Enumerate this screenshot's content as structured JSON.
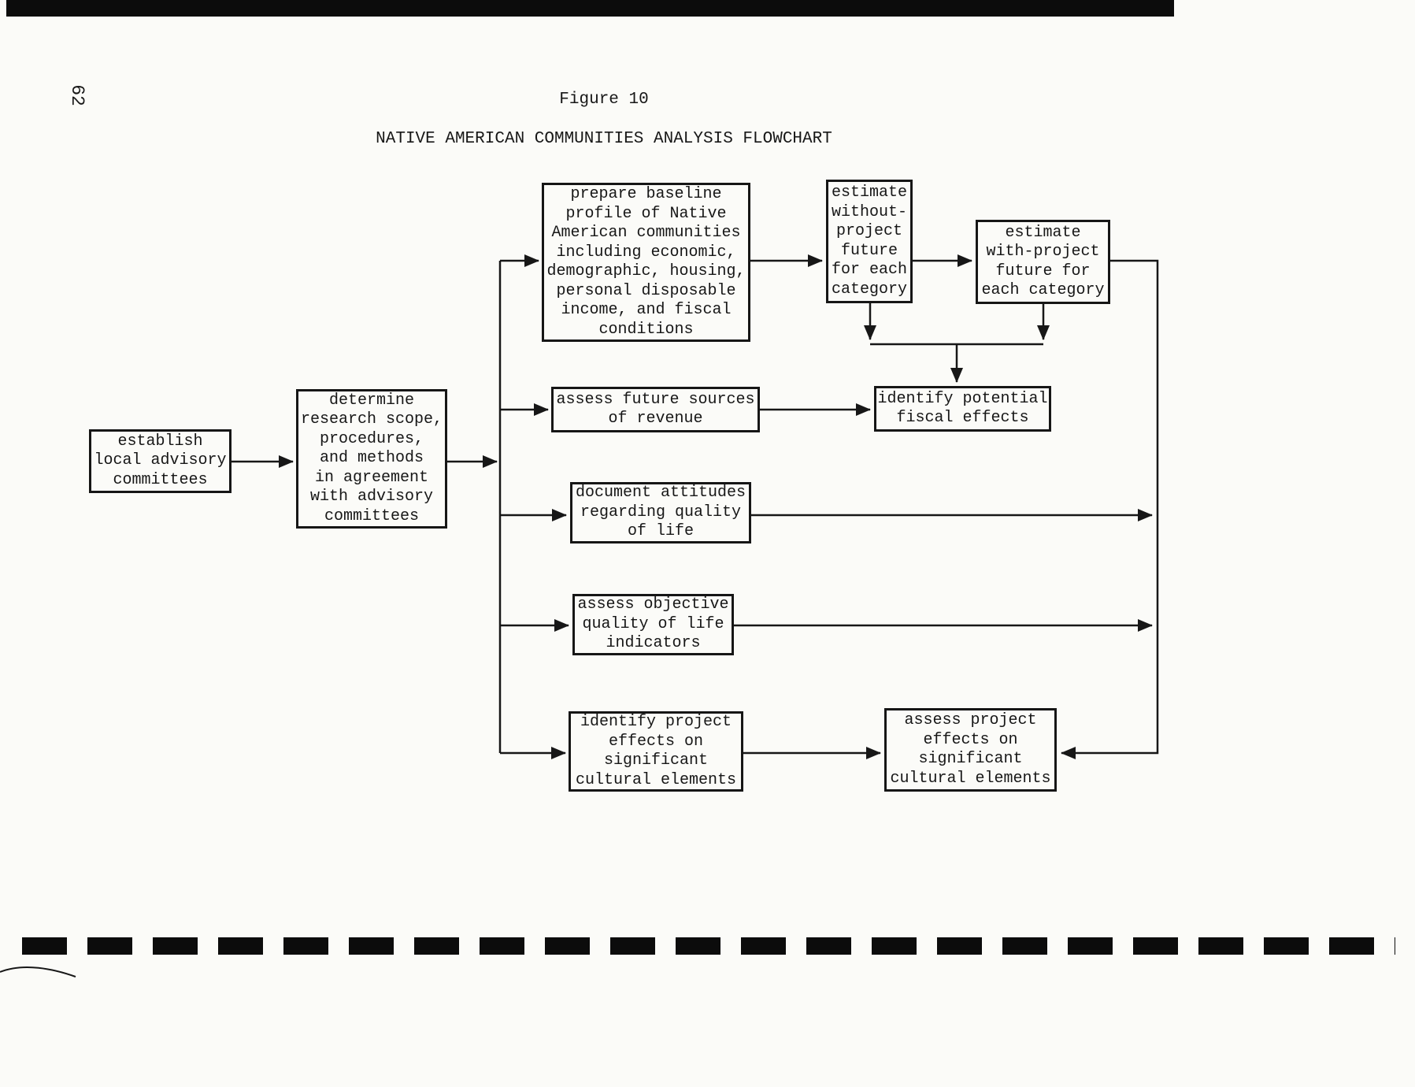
{
  "page": {
    "number": "62",
    "figure_label": "Figure 10",
    "title": "NATIVE AMERICAN COMMUNITIES ANALYSIS FLOWCHART"
  },
  "flowchart": {
    "nodes": {
      "establish_committees": {
        "label": "establish\nlocal advisory\ncommittees"
      },
      "determine_scope": {
        "label": "determine\nresearch scope,\nprocedures,\nand methods\nin agreement\nwith advisory\ncommittees"
      },
      "prepare_baseline": {
        "label": "prepare baseline\nprofile of Native\nAmerican communities\nincluding economic,\ndemographic, housing,\npersonal disposable\nincome, and fiscal\nconditions"
      },
      "estimate_without_project": {
        "label": "estimate\nwithout-\nproject\nfuture\nfor each\ncategory"
      },
      "estimate_with_project": {
        "label": "estimate\nwith-project\nfuture for\neach category"
      },
      "assess_revenue_sources": {
        "label": "assess future sources\nof revenue"
      },
      "identify_fiscal_effects": {
        "label": "identify potential\nfiscal effects"
      },
      "document_attitudes": {
        "label": "document attitudes\nregarding quality\nof life"
      },
      "assess_quality_indicators": {
        "label": "assess objective\nquality of life\nindicators"
      },
      "identify_project_effects": {
        "label": "identify project\neffects on\nsignificant\ncultural elements"
      },
      "assess_project_effects": {
        "label": "assess project\neffects on\nsignificant\ncultural elements"
      }
    },
    "edges": [
      {
        "from": "establish_committees",
        "to": "determine_scope"
      },
      {
        "from": "determine_scope",
        "to": "prepare_baseline"
      },
      {
        "from": "determine_scope",
        "to": "assess_revenue_sources"
      },
      {
        "from": "determine_scope",
        "to": "document_attitudes"
      },
      {
        "from": "determine_scope",
        "to": "assess_quality_indicators"
      },
      {
        "from": "determine_scope",
        "to": "identify_project_effects"
      },
      {
        "from": "prepare_baseline",
        "to": "estimate_without_project"
      },
      {
        "from": "estimate_without_project",
        "to": "estimate_with_project"
      },
      {
        "from": "estimate_without_project",
        "to": "identify_fiscal_effects"
      },
      {
        "from": "estimate_with_project",
        "to": "identify_fiscal_effects"
      },
      {
        "from": "assess_revenue_sources",
        "to": "identify_fiscal_effects"
      },
      {
        "from": "estimate_with_project",
        "to": "assess_project_effects"
      },
      {
        "from": "document_attitudes",
        "to": "assess_project_effects"
      },
      {
        "from": "assess_quality_indicators",
        "to": "assess_project_effects"
      },
      {
        "from": "identify_project_effects",
        "to": "assess_project_effects"
      }
    ]
  }
}
